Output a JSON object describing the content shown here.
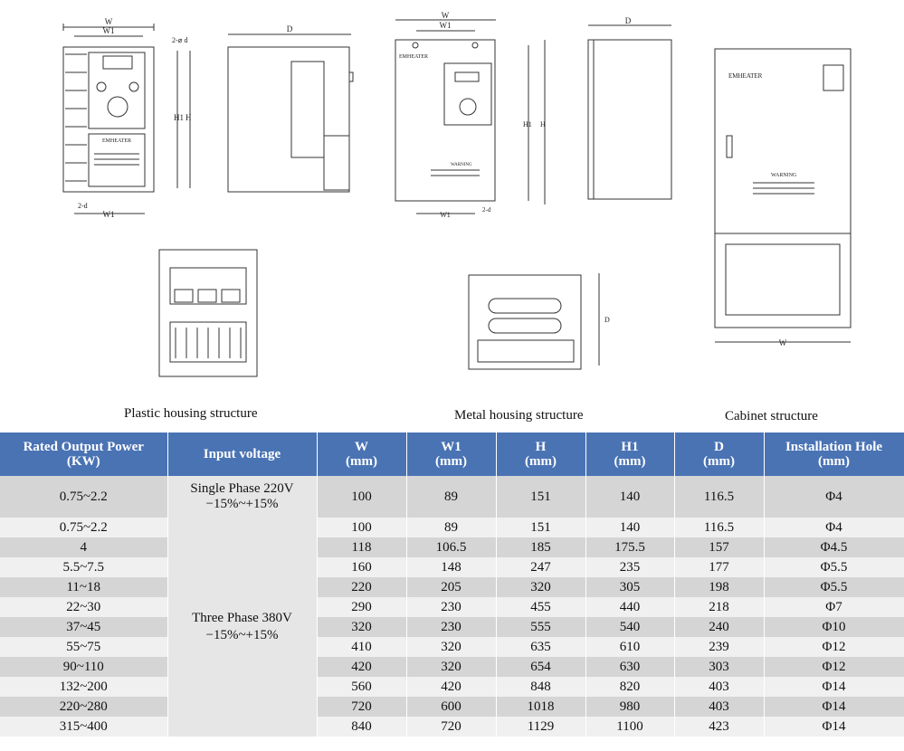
{
  "drawing_labels": {
    "w": "W",
    "w1": "W1",
    "h": "H",
    "h1": "H1",
    "d": "D",
    "hole_small": "2-⌀ d",
    "hole_base": "2-d",
    "hole_metal": "2-d",
    "brand": "EMHEATER",
    "warning": "WARNING",
    "hole_phi": "⌀"
  },
  "captions": {
    "plastic": "Plastic housing structure",
    "metal": "Metal housing structure",
    "cabinet": "Cabinet structure"
  },
  "table": {
    "headers": [
      [
        "Rated Output Power",
        "(KW)"
      ],
      [
        "Input voltage"
      ],
      [
        "W",
        "(mm)"
      ],
      [
        "W1",
        "(mm)"
      ],
      [
        "H",
        "(mm)"
      ],
      [
        "H1",
        "(mm)"
      ],
      [
        "D",
        "(mm)"
      ],
      [
        "Installation Hole",
        "(mm)"
      ]
    ],
    "single_phase": [
      "Single Phase 220V",
      "−15%~+15%"
    ],
    "three_phase": [
      "Three Phase  380V",
      "−15%~+15%"
    ],
    "first_row": [
      "0.75~2.2",
      "100",
      "89",
      "151",
      "140",
      "116.5",
      "Φ4"
    ],
    "rows": [
      [
        "0.75~2.2",
        "100",
        "89",
        "151",
        "140",
        "116.5",
        "Φ4"
      ],
      [
        "4",
        "118",
        "106.5",
        "185",
        "175.5",
        "157",
        "Φ4.5"
      ],
      [
        "5.5~7.5",
        "160",
        "148",
        "247",
        "235",
        "177",
        "Φ5.5"
      ],
      [
        "11~18",
        "220",
        "205",
        "320",
        "305",
        "198",
        "Φ5.5"
      ],
      [
        "22~30",
        "290",
        "230",
        "455",
        "440",
        "218",
        "Φ7"
      ],
      [
        "37~45",
        "320",
        "230",
        "555",
        "540",
        "240",
        "Φ10"
      ],
      [
        "55~75",
        "410",
        "320",
        "635",
        "610",
        "239",
        "Φ12"
      ],
      [
        "90~110",
        "420",
        "320",
        "654",
        "630",
        "303",
        "Φ12"
      ],
      [
        "132~200",
        "560",
        "420",
        "848",
        "820",
        "403",
        "Φ14"
      ],
      [
        "220~280",
        "720",
        "600",
        "1018",
        "980",
        "403",
        "Φ14"
      ],
      [
        "315~400",
        "840",
        "720",
        "1129",
        "1100",
        "423",
        "Φ14"
      ]
    ]
  }
}
